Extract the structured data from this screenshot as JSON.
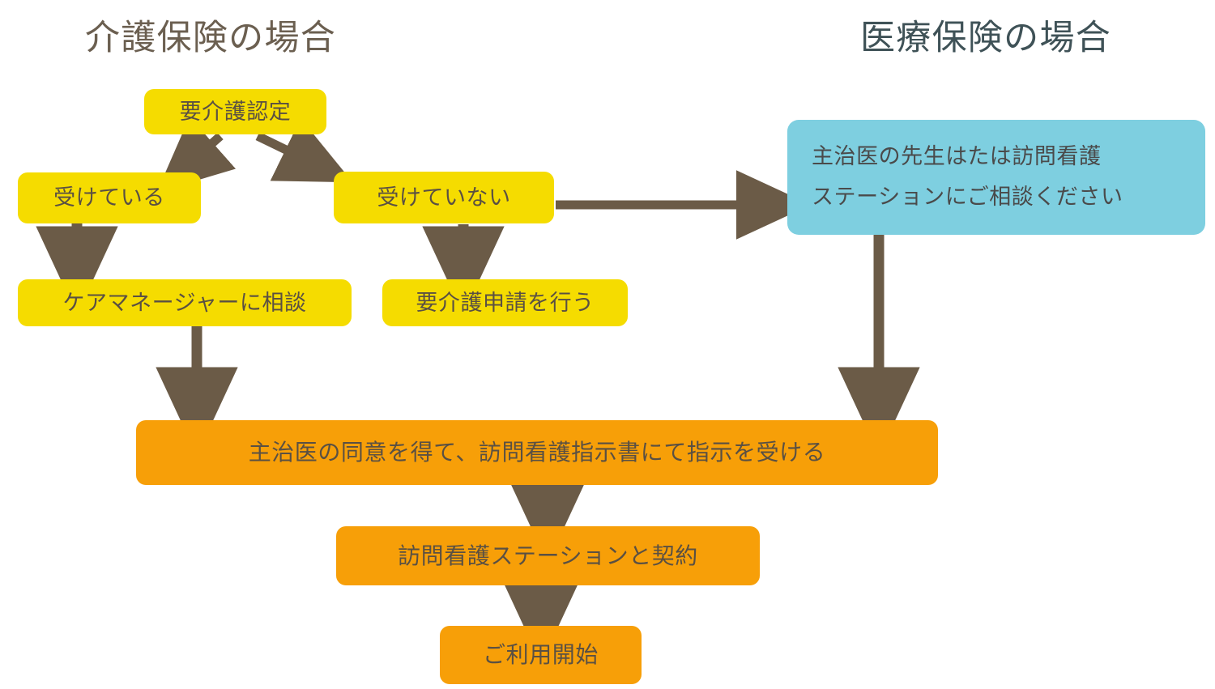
{
  "diagram": {
    "type": "flowchart",
    "background_color": "#FFFFFF",
    "palette": {
      "care_box": "#F5DC00",
      "orange_box": "#F79F08",
      "medical_box": "#7ECFE0",
      "arrow": "#6B5B47",
      "care_title_text": "#6B5F50",
      "medical_title_text": "#3F5257",
      "box_text": "#5A5043"
    },
    "columns": {
      "care": {
        "title": "介護保険の場合"
      },
      "medical": {
        "title": "医療保険の場合"
      }
    },
    "nodes": [
      {
        "id": "ninteii",
        "label": "要介護認定",
        "color": "care"
      },
      {
        "id": "ukete-iru",
        "label": "受けている",
        "color": "care"
      },
      {
        "id": "ukete-inai",
        "label": "受けていない",
        "color": "care"
      },
      {
        "id": "caremanager",
        "label": "ケアマネージャーに相談",
        "color": "care"
      },
      {
        "id": "shinsei",
        "label": "要介護申請を行う",
        "color": "care"
      },
      {
        "id": "soudan",
        "label": "主治医の先生はたは訪問看護",
        "label2": "ステーションにご相談ください",
        "color": "medical"
      },
      {
        "id": "shijisho",
        "label": "主治医の同意を得て、訪問看護指示書にて指示を受ける",
        "color": "orange"
      },
      {
        "id": "keiyaku",
        "label": "訪問看護ステーションと契約",
        "color": "orange"
      },
      {
        "id": "kaishi",
        "label": "ご利用開始",
        "color": "orange"
      }
    ],
    "edges": [
      {
        "from": "ninteii",
        "to": "ukete-iru",
        "style": "diagonal-left"
      },
      {
        "from": "ninteii",
        "to": "ukete-inai",
        "style": "diagonal-right"
      },
      {
        "from": "ukete-iru",
        "to": "caremanager",
        "style": "vertical"
      },
      {
        "from": "ukete-inai",
        "to": "shinsei",
        "style": "vertical"
      },
      {
        "from": "ukete-inai",
        "to": "soudan",
        "style": "horizontal"
      },
      {
        "from": "caremanager",
        "to": "shijisho",
        "style": "vertical"
      },
      {
        "from": "soudan",
        "to": "shijisho",
        "style": "vertical"
      },
      {
        "from": "shijisho",
        "to": "keiyaku",
        "style": "vertical"
      },
      {
        "from": "keiyaku",
        "to": "kaishi",
        "style": "vertical"
      }
    ]
  }
}
